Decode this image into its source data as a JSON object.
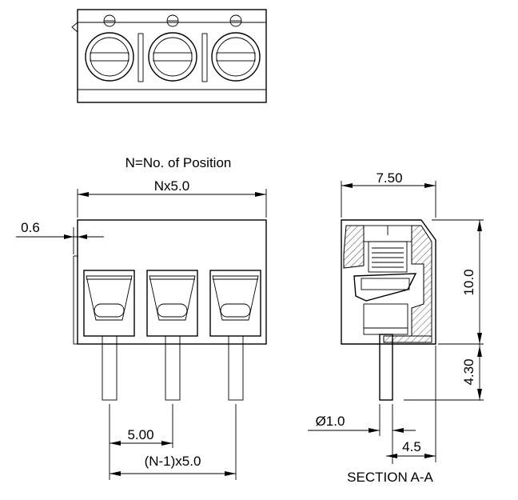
{
  "labels": {
    "note": "N=No. of Position",
    "total_width": "Nx5.0",
    "offset": "0.6",
    "pitch": "5.00",
    "pitch_total": "(N-1)x5.0",
    "depth": "7.50",
    "height": "10.0",
    "pin_length": "4.30",
    "pin_diameter": "Ø1.0",
    "pin_offset": "4.5",
    "section": "SECTION A-A"
  }
}
